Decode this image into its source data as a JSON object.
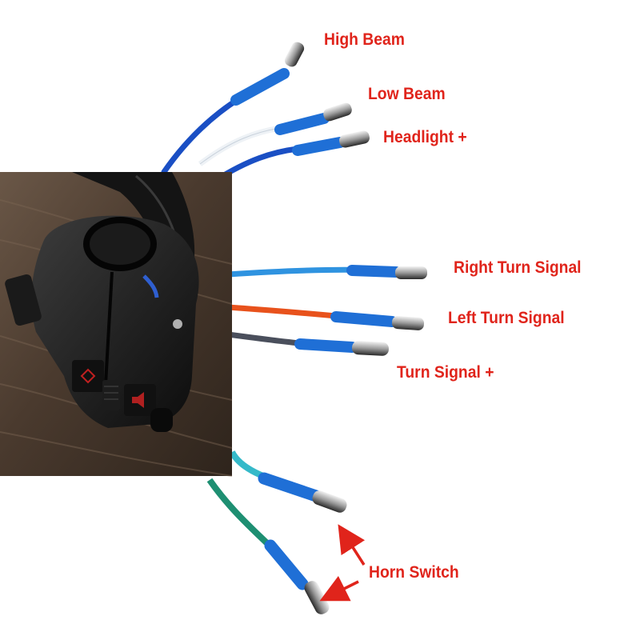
{
  "labels": {
    "high_beam": "High Beam",
    "low_beam": "Low Beam",
    "headlight_plus": "Headlight +",
    "right_turn_signal": "Right Turn Signal",
    "left_turn_signal": "Left Turn Signal",
    "turn_signal_plus": "Turn Signal +",
    "horn_switch": "Horn Switch"
  },
  "colors": {
    "label_red": "#e0241b",
    "arrow_red": "#e0241b",
    "wire_dark_blue": "#1a4fc4",
    "wire_light_blue": "#2f93e0",
    "wire_white": "#eef2f6",
    "wire_orange": "#e8521c",
    "wire_gray": "#4a4f5c",
    "wire_green": "#1e8f72",
    "wire_cyan": "#35b9c9",
    "tape_blue": "#1f6fd6"
  },
  "icons": {
    "connector": "bullet-connector-icon",
    "arrow": "arrow-icon"
  }
}
